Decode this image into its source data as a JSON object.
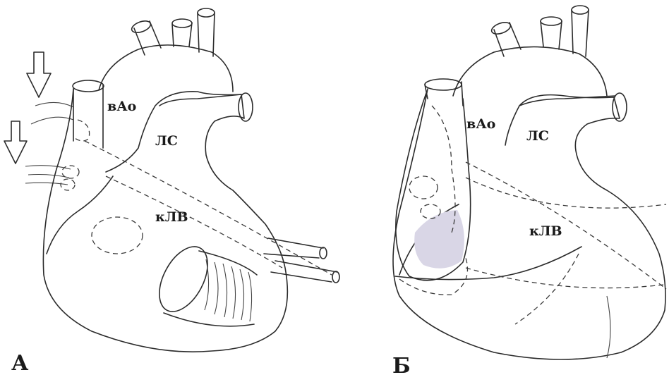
{
  "panel_a": {
    "letter": "А",
    "labels": {
      "vao": "вАо",
      "ls": "ЛС",
      "klv": "кЛВ"
    }
  },
  "panel_b": {
    "letter": "Б",
    "labels": {
      "vao": "вАо",
      "ls": "ЛС",
      "klv": "кЛВ"
    }
  },
  "colors": {
    "stroke": "#2b2b2b",
    "shade": "#d9d6e6"
  },
  "icons": [
    "down-arrow-icon",
    "down-arrow-icon"
  ]
}
